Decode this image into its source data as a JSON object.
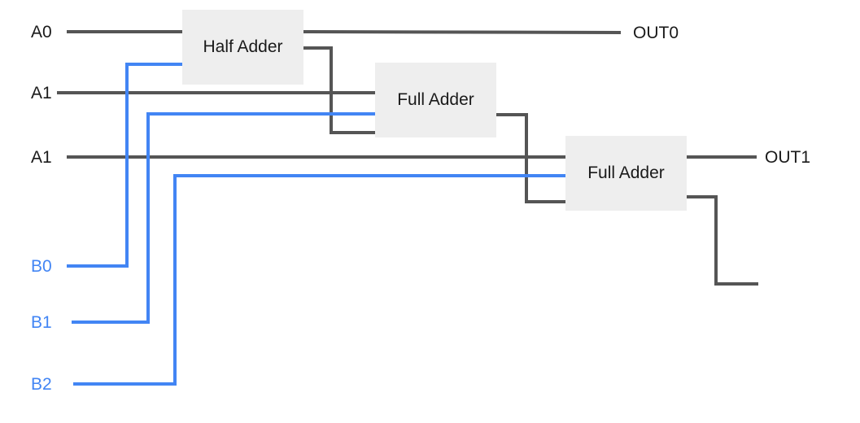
{
  "inputs": {
    "a": [
      "A0",
      "A1",
      "A1"
    ],
    "b": [
      "B0",
      "B1",
      "B2"
    ]
  },
  "outputs": [
    "OUT0",
    "OUT1"
  ],
  "gates": [
    "Half Adder",
    "Full Adder",
    "Full Adder"
  ],
  "colors": {
    "a_wire": "#555555",
    "b_wire": "#4285f4",
    "gate_fill": "#eeeeee",
    "text": "#1a1a1a"
  }
}
